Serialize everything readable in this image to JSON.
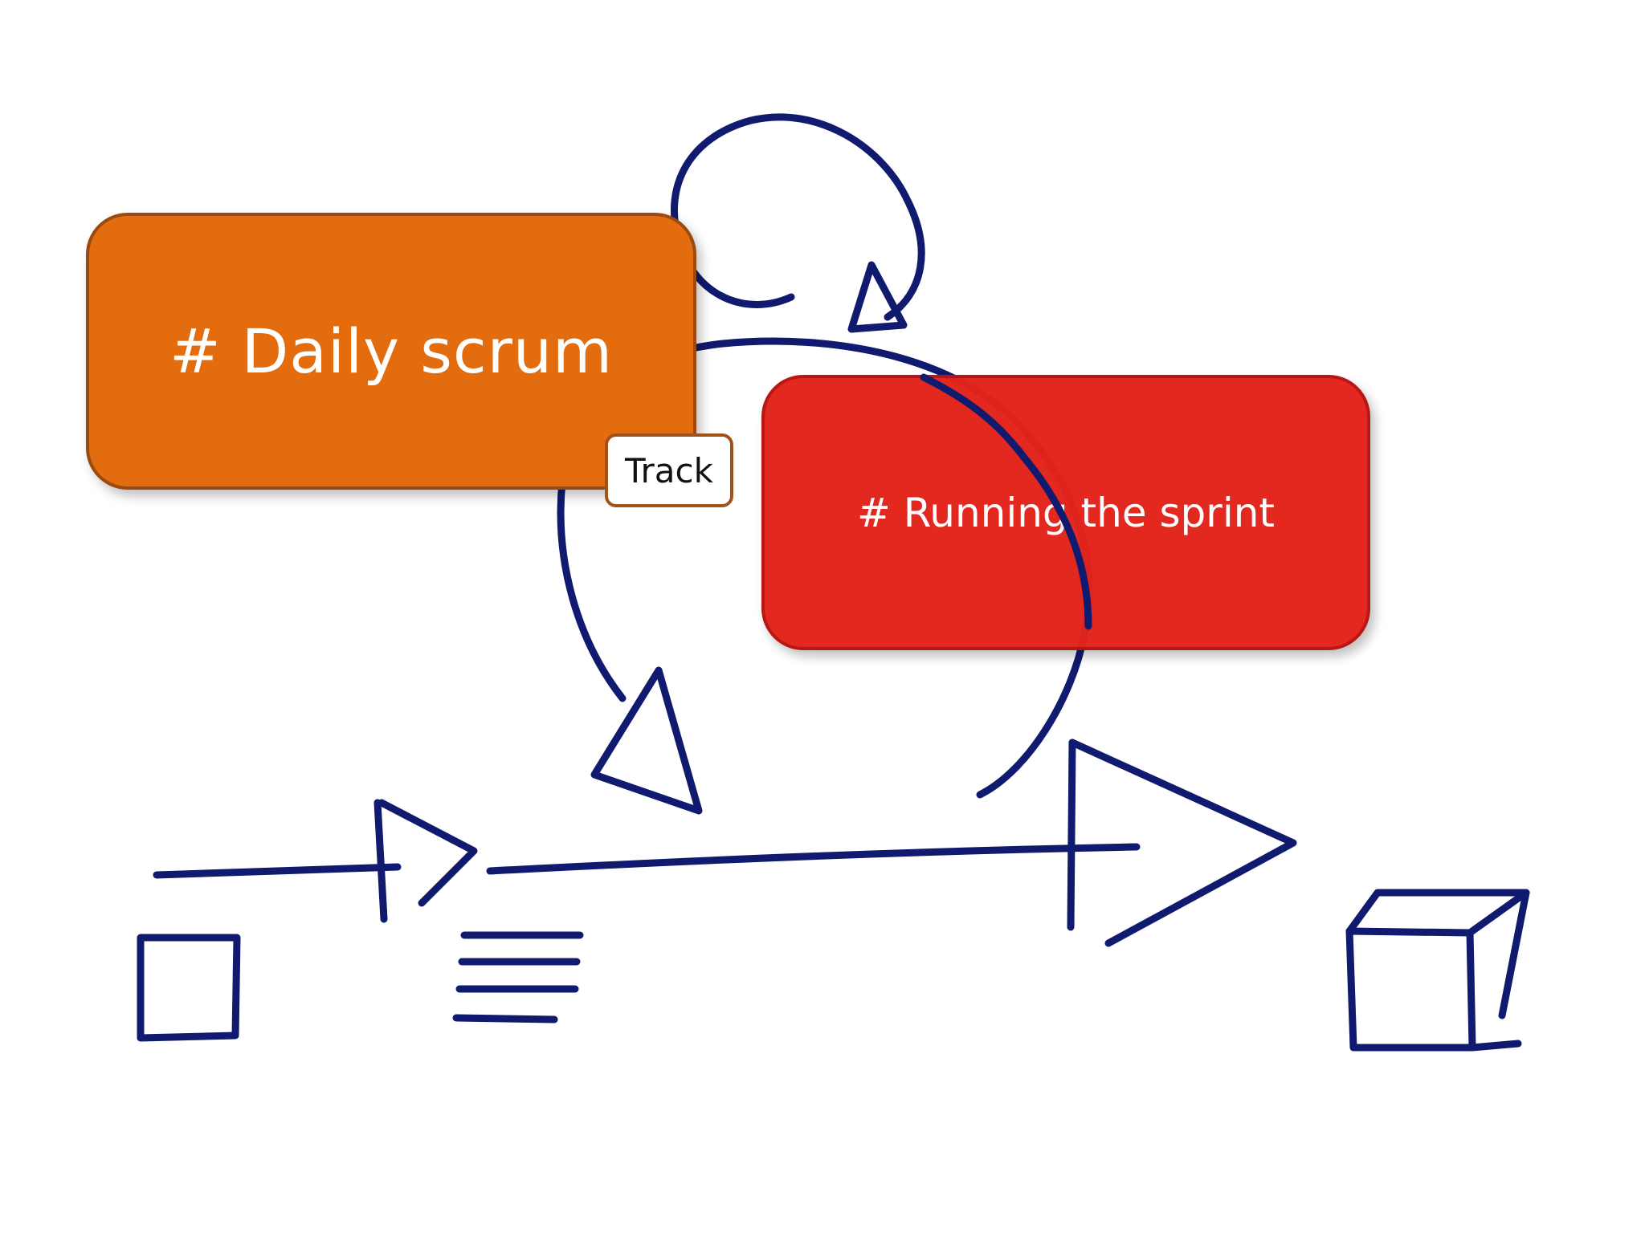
{
  "cards": {
    "daily_scrum": {
      "label": "# Daily scrum",
      "color": "#e36c0e"
    },
    "running_sprint": {
      "label": "# Running the sprint",
      "color": "#e3241c"
    },
    "track_tag": {
      "label": "Track"
    }
  },
  "ink_color": "#101a6e",
  "icons": [
    "backlog-box-icon",
    "sprint-backlog-list-icon",
    "increment-cube-icon",
    "flow-arrow-icon",
    "daily-loop-icon",
    "sprint-loop-icon"
  ]
}
